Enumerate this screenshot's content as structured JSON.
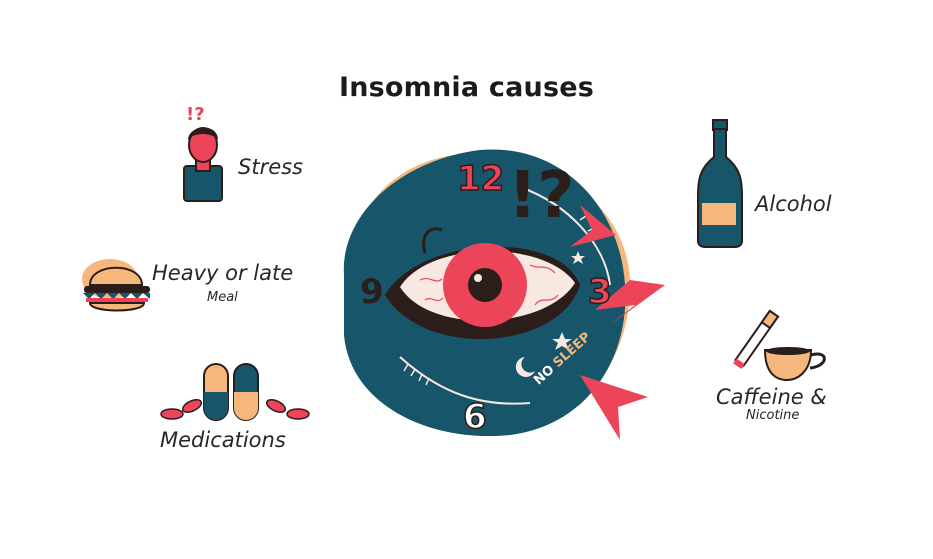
{
  "title": "Insomnia causes",
  "causes": {
    "stress": {
      "label": "Stress",
      "icon": "stressed-person-icon"
    },
    "meal": {
      "label": "Heavy or late",
      "sublabel": "Meal",
      "icon": "burger-icon"
    },
    "medications": {
      "label": "Medications",
      "icon": "pills-icon"
    },
    "alcohol": {
      "label": "Alcohol",
      "icon": "bottle-icon"
    },
    "caffeine": {
      "label": "Caffeine &",
      "sublabel": "Nicotine",
      "icon": "coffee-cigarette-icon"
    }
  },
  "clock": {
    "numbers": [
      "12",
      "3",
      "6",
      "9"
    ],
    "stamp_no": "NO",
    "stamp_sleep": "SLEEP",
    "stress_marks": "!?",
    "person_marks": "!?"
  },
  "colors": {
    "teal": "#17566a",
    "red": "#ec4459",
    "peach": "#f5b77b",
    "ink": "#2b1d1a",
    "cream": "#f7e8e2"
  }
}
